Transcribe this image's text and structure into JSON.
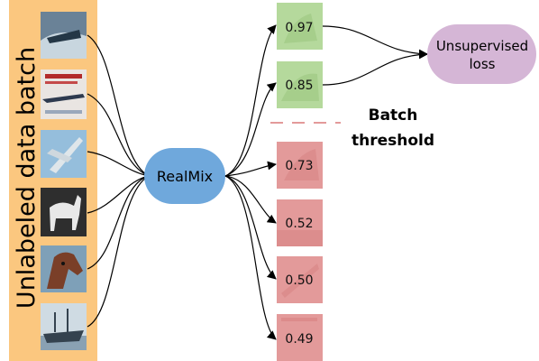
{
  "panel_label": "Unlabeled data batch",
  "model_label": "RealMix",
  "loss_label_line1": "Unsupervised",
  "loss_label_line2": "loss",
  "threshold_label_line1": "Batch",
  "threshold_label_line2": "threshold",
  "input_images": [
    {
      "name": "boat",
      "icon": "boat-photo"
    },
    {
      "name": "airplane-poster",
      "icon": "airplane-poster-photo"
    },
    {
      "name": "fighter-jet",
      "icon": "jet-photo"
    },
    {
      "name": "white-horse",
      "icon": "horse-photo"
    },
    {
      "name": "horse-head",
      "icon": "horse-head-photo"
    },
    {
      "name": "ship",
      "icon": "ship-photo"
    }
  ],
  "scores": [
    {
      "value": "0.97",
      "accepted": true
    },
    {
      "value": "0.85",
      "accepted": true
    },
    {
      "value": "0.73",
      "accepted": false
    },
    {
      "value": "0.52",
      "accepted": false
    },
    {
      "value": "0.50",
      "accepted": false
    },
    {
      "value": "0.49",
      "accepted": false
    }
  ],
  "colors": {
    "panel": "#fbc77f",
    "model": "#6fa8dc",
    "loss": "#d5b6d6",
    "accepted": "#b5d99c",
    "rejected": "#e39a9a",
    "threshold_line": "#e39a9a"
  }
}
